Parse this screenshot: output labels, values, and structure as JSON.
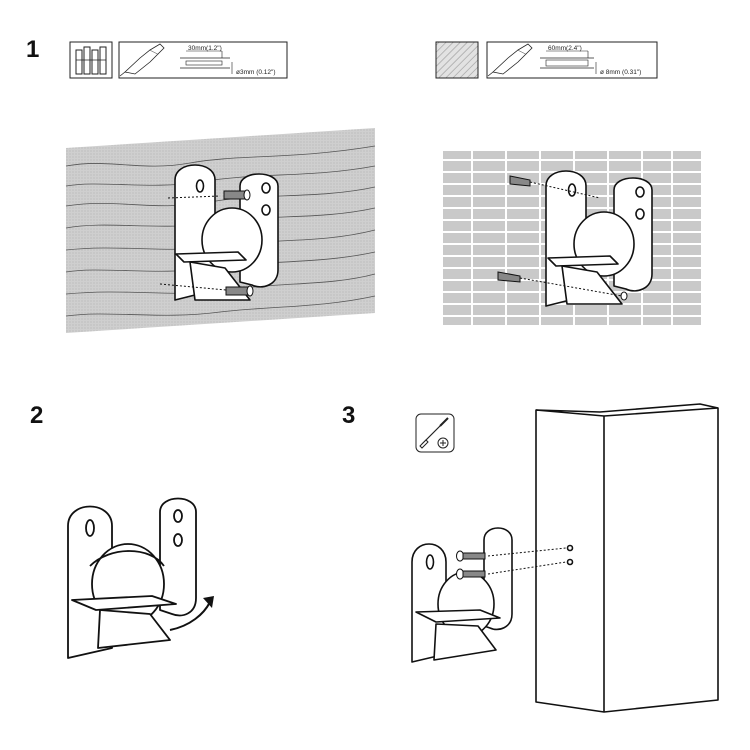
{
  "steps": [
    {
      "number": "1"
    },
    {
      "number": "2"
    },
    {
      "number": "3"
    }
  ],
  "wood_spec": {
    "depth": "30mm(1.2\")",
    "diameter": "ø3mm (0.12\")"
  },
  "brick_spec": {
    "depth": "60mm(2.4\")",
    "diameter": "ø 8mm (0.31\")"
  },
  "icons": [
    "wood-wall-icon",
    "drill-icon",
    "brick-wall-icon",
    "screwdriver-icon"
  ],
  "colors": {
    "wall_fill": "#c9c9c9",
    "line": "#1a1a1a",
    "background": "#ffffff"
  }
}
